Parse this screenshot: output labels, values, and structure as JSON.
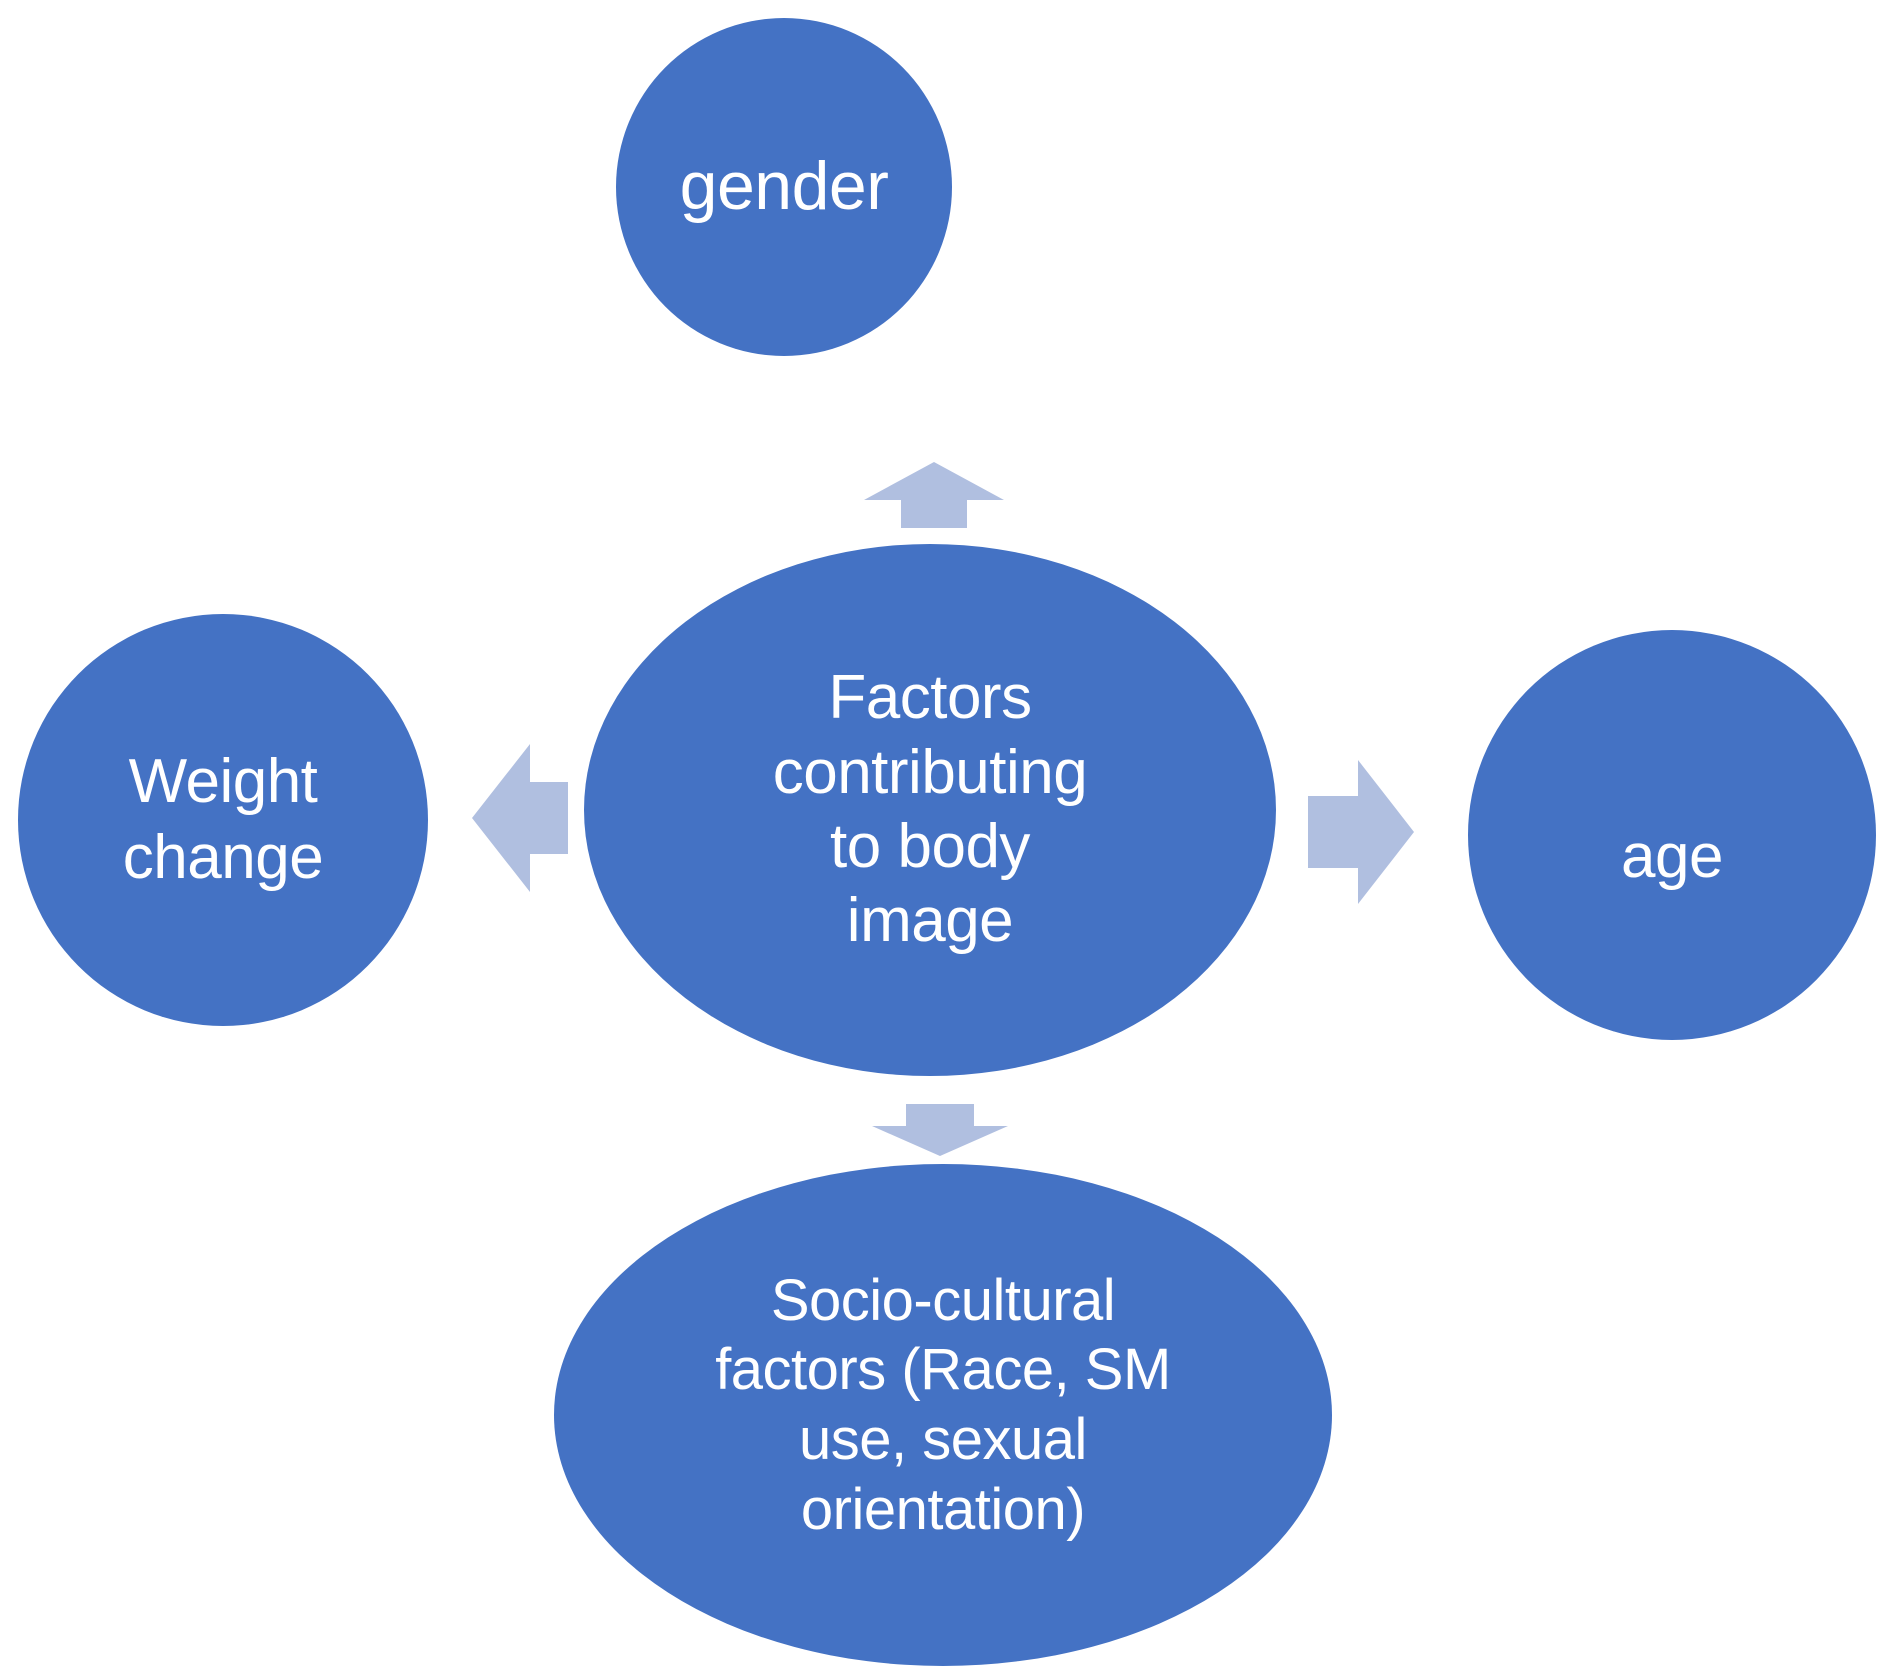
{
  "diagram": {
    "title": "Factors contributing to body image",
    "type": "hub-and-spoke concept map",
    "colors": {
      "node_fill": "#4472C4",
      "node_text": "#FFFFFF",
      "arrow_fill": "#B0BFE0",
      "background": "#FFFFFF"
    },
    "center": {
      "id": "center",
      "label": "Factors\ncontributing\nto body\nimage",
      "shape": "ellipse"
    },
    "nodes": [
      {
        "id": "gender",
        "label": "gender",
        "shape": "circle",
        "position": "top"
      },
      {
        "id": "weight-change",
        "label": "Weight\nchange",
        "shape": "circle",
        "position": "left"
      },
      {
        "id": "age",
        "label": "age",
        "shape": "circle",
        "position": "right"
      },
      {
        "id": "socio-cultural",
        "label": "Socio-cultural\nfactors (Race, SM\nuse, sexual\norientation)",
        "shape": "ellipse",
        "position": "bottom"
      }
    ],
    "arrows": [
      {
        "id": "arrow-up",
        "direction": "up",
        "from": "center",
        "to": "gender"
      },
      {
        "id": "arrow-left",
        "direction": "left",
        "from": "center",
        "to": "weight-change"
      },
      {
        "id": "arrow-right",
        "direction": "right",
        "from": "center",
        "to": "age"
      },
      {
        "id": "arrow-down",
        "direction": "down",
        "from": "center",
        "to": "socio-cultural"
      }
    ]
  }
}
